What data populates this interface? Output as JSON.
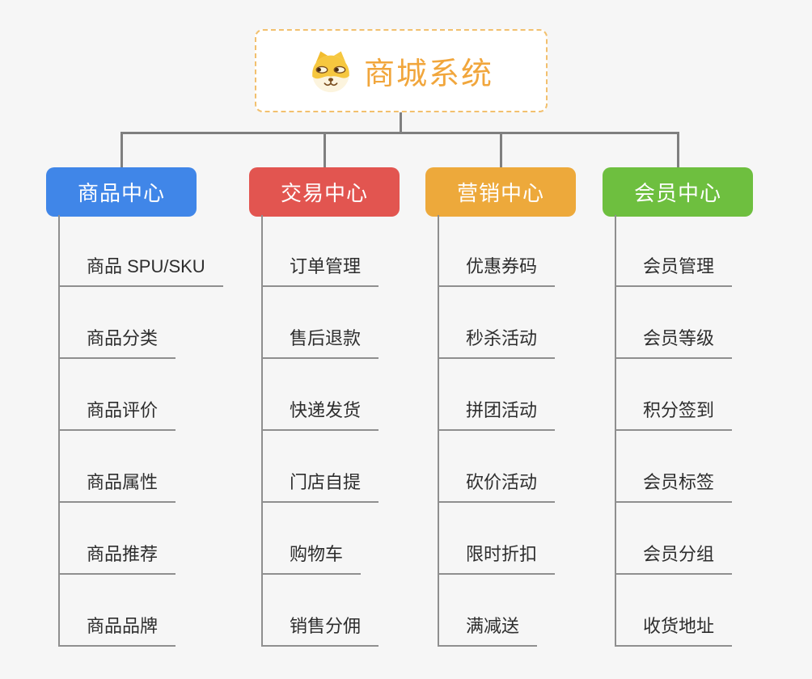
{
  "page": {
    "background_color": "#f6f6f6",
    "connector_color": "#7f7f7f",
    "leaf_line_color": "#8f8f8f"
  },
  "root": {
    "title": "商城系统",
    "icon": "doge-icon",
    "text_color": "#f1a63c",
    "border_color": "#f2c06e"
  },
  "branches": [
    {
      "label": "商品中心",
      "color": "#4086e8",
      "children": [
        "商品 SPU/SKU",
        "商品分类",
        "商品评价",
        "商品属性",
        "商品推荐",
        "商品品牌"
      ]
    },
    {
      "label": "交易中心",
      "color": "#e25550",
      "children": [
        "订单管理",
        "售后退款",
        "快递发货",
        "门店自提",
        "购物车",
        "销售分佣"
      ]
    },
    {
      "label": "营销中心",
      "color": "#eda93b",
      "children": [
        "优惠券码",
        "秒杀活动",
        "拼团活动",
        "砍价活动",
        "限时折扣",
        "满减送"
      ]
    },
    {
      "label": "会员中心",
      "color": "#6ebf3f",
      "children": [
        "会员管理",
        "会员等级",
        "积分签到",
        "会员标签",
        "会员分组",
        "收货地址"
      ]
    }
  ]
}
